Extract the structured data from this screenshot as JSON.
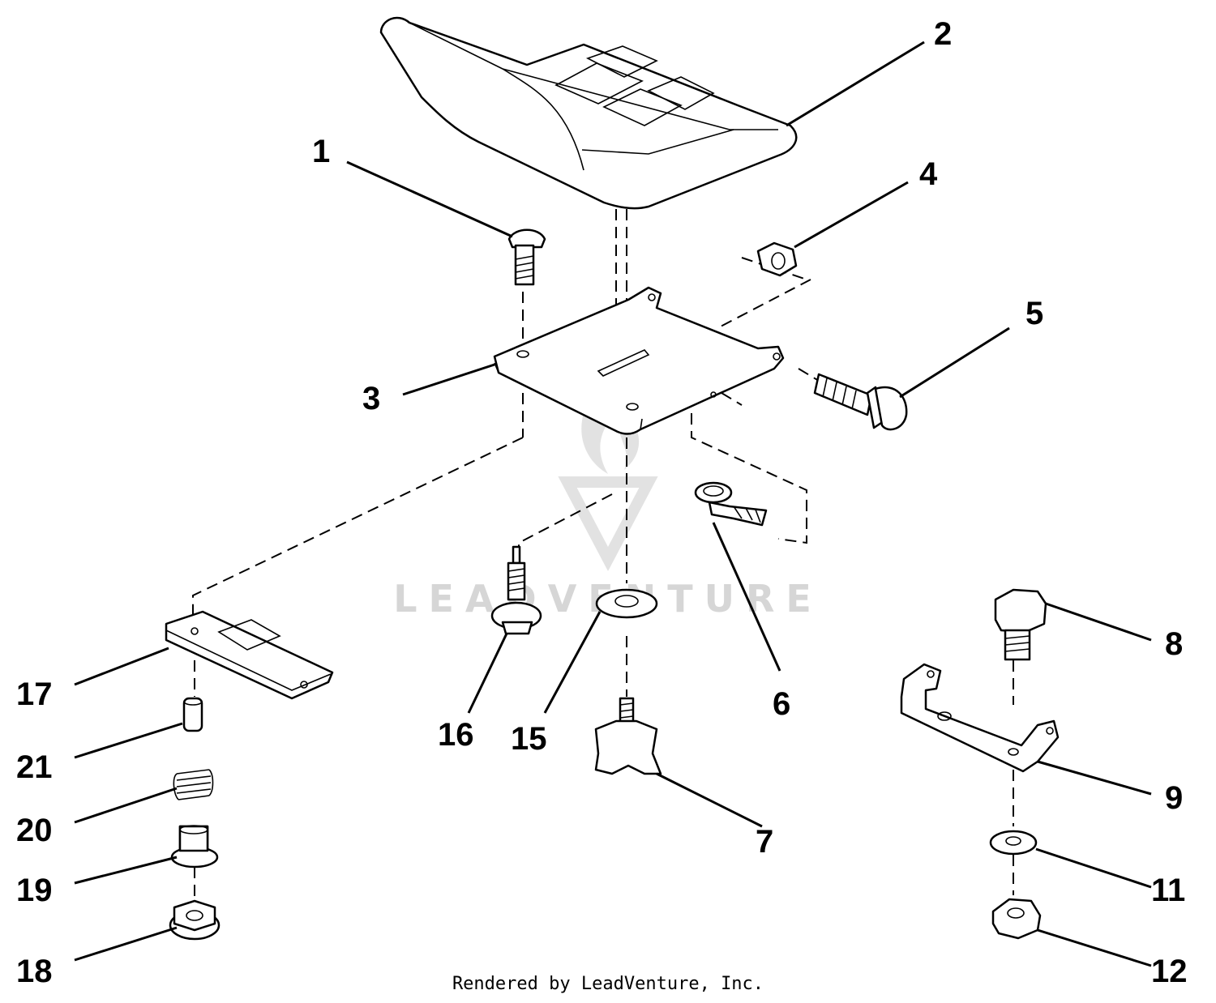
{
  "callouts": [
    "1",
    "2",
    "3",
    "4",
    "5",
    "6",
    "7",
    "8",
    "9",
    "11",
    "12",
    "15",
    "16",
    "17",
    "18",
    "19",
    "20",
    "21"
  ],
  "watermark": "LEADVENTURE",
  "footer": "Rendered by LeadVenture, Inc."
}
